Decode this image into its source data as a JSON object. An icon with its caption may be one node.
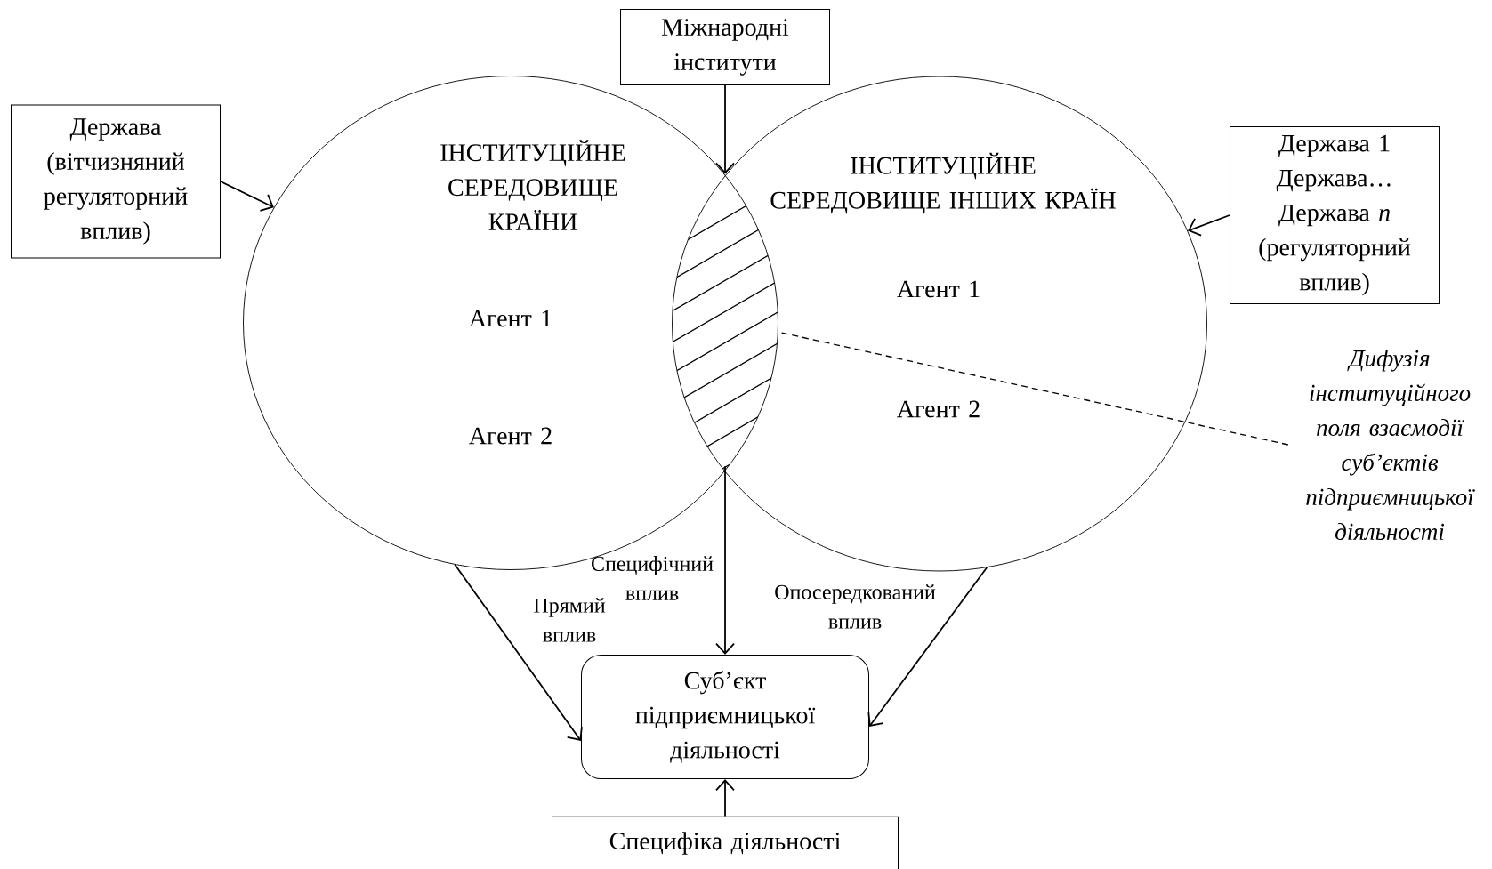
{
  "diagram": {
    "nodes": [
      {
        "text": [
          "Держава (вітчизняний регуляторний вплив)"
        ]
      },
      {
        "text": [
          "Міжнародні інститути"
        ]
      },
      {
        "text": [
          "ІНСТИТУЦІЙНЕ СЕРЕДОВИЩЕ КРАЇНИ",
          "Агент 1",
          "Агент 2"
        ]
      },
      {
        "text": [
          "ІНСТИТУЦІЙНЕ СЕРЕДОВИЩЕ ІНШИХ КРАЇН",
          "Агент 1",
          "Агент 2"
        ]
      },
      {
        "text": [
          "Держава 1 Держава… Держава *n* (регуляторний вплив)"
        ]
      },
      {
        "text": [],
        "shape": "lens"
      },
      {
        "text": [
          "Дифузія інституційного поля взаємодії суб’єктів підприємницької діяльності"
        ]
      },
      {
        "text": [
          "Суб’єкт підприємницької діяльності"
        ]
      },
      {
        "text": [
          "Специфіка діяльності"
        ]
      }
    ],
    "edges": [
      {
        "from": 0,
        "to": 2,
        "arrow": "to"
      },
      {
        "from": 1,
        "to": 5,
        "arrow": "to"
      },
      {
        "from": 4,
        "to": 3,
        "arrow": "to"
      },
      {
        "from": 6,
        "to": 5,
        "arrow": "none",
        "style": "dashed"
      },
      {
        "from": 2,
        "to": 7,
        "arrow": "to",
        "label": "Прямий вплив"
      },
      {
        "from": 5,
        "to": 7,
        "arrow": "to",
        "label": "Специфічний вплив"
      },
      {
        "from": 3,
        "to": 7,
        "arrow": "to",
        "label": "Опосередкований вплив"
      },
      {
        "from": 8,
        "to": 7,
        "arrow": "to"
      }
    ]
  }
}
